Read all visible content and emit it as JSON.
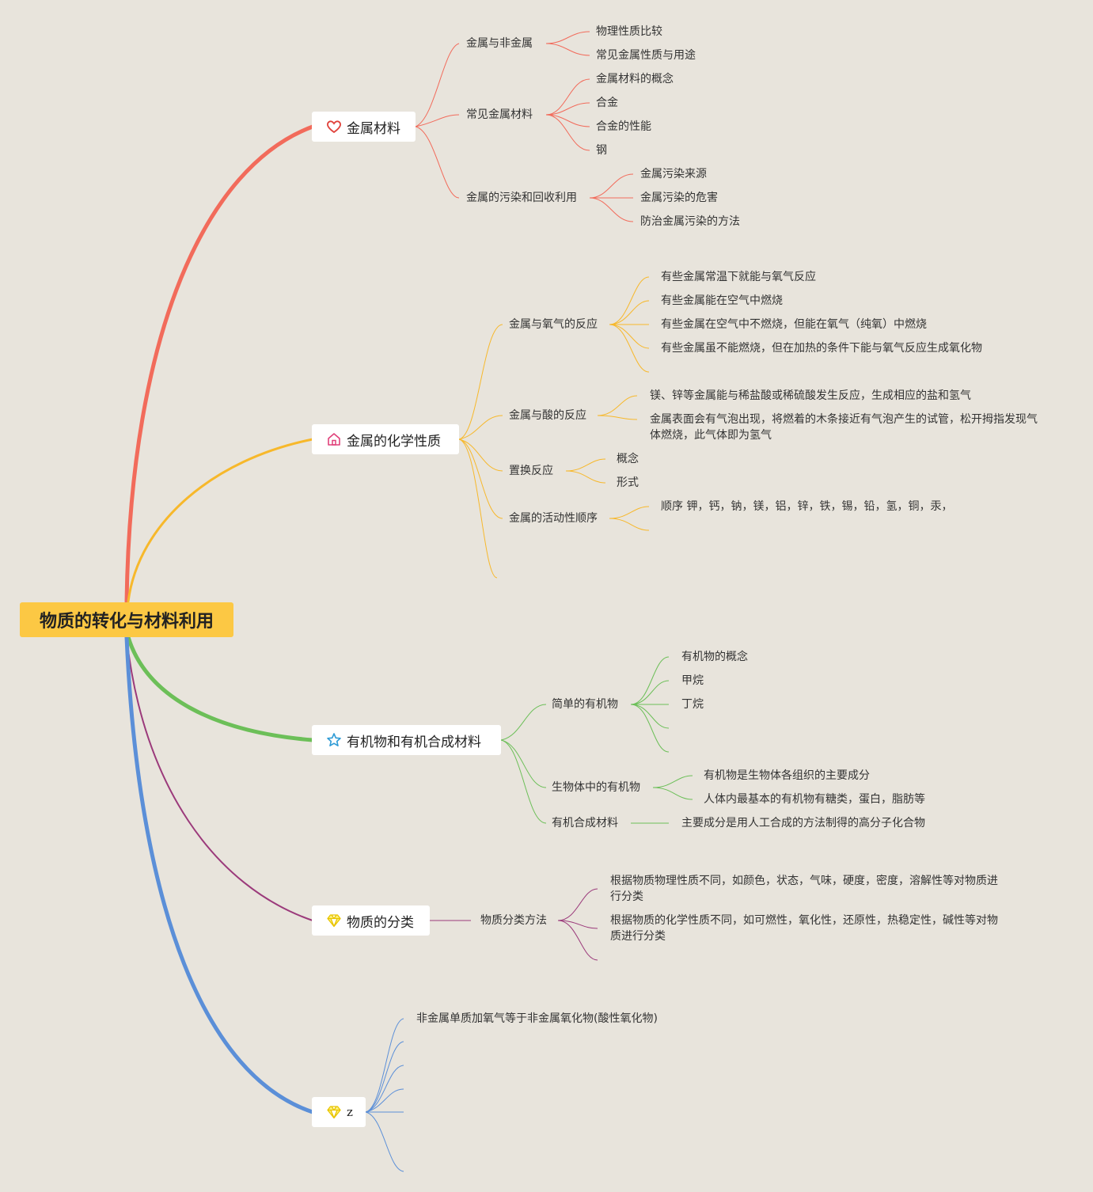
{
  "root": {
    "title": "物质的转化与材料利用"
  },
  "colors": {
    "metal": "#f26b5b",
    "chem": "#f7b82b",
    "organic": "#6cbf58",
    "classify": "#9b3a7b",
    "z": "#5b8fd8",
    "root_bg": "#fcc844",
    "background": "#e8e4dc"
  },
  "branches": {
    "metal_materials": {
      "title": "金属材料",
      "icon": "heart-icon",
      "metal_vs_nonmetal": {
        "label": "金属与非金属",
        "items": [
          "物理性质比较",
          "常见金属性质与用途"
        ]
      },
      "common_metal_materials": {
        "label": "常见金属材料",
        "items": [
          "金属材料的概念",
          "合金",
          "合金的性能",
          "钢"
        ]
      },
      "pollution_recycling": {
        "label": "金属的污染和回收利用",
        "items": [
          "金属污染来源",
          "金属污染的危害",
          "防治金属污染的方法"
        ]
      }
    },
    "chemical_properties": {
      "title": "金属的化学性质",
      "icon": "home-icon",
      "oxygen_reaction": {
        "label": "金属与氧气的反应",
        "items": [
          "有些金属常温下就能与氧气反应",
          "有些金属能在空气中燃烧",
          "有些金属在空气中不燃烧，但能在氧气（纯氧）中燃烧",
          "有些金属虽不能燃烧，但在加热的条件下能与氧气反应生成氧化物"
        ]
      },
      "acid_reaction": {
        "label": "金属与酸的反应",
        "items": [
          "镁、锌等金属能与稀盐酸或稀硫酸发生反应，生成相应的盐和氢气",
          "金属表面会有气泡出现，将燃着的木条接近有气泡产生的试管，松开拇指发现气体燃烧，此气体即为氢气"
        ]
      },
      "displacement": {
        "label": "置换反应",
        "items": [
          "概念",
          "形式"
        ]
      },
      "activity_series": {
        "label": "金属的活动性顺序",
        "items": [
          "顺序 钾，钙，钠，镁，铝，锌，铁，锡，铅，氢，铜，汞，"
        ]
      }
    },
    "organic": {
      "title": "有机物和有机合成材料",
      "icon": "star-icon",
      "simple_organic": {
        "label": "简单的有机物",
        "items": [
          "有机物的概念",
          "甲烷",
          "丁烷"
        ]
      },
      "in_organisms": {
        "label": "生物体中的有机物",
        "items": [
          "有机物是生物体各组织的主要成分",
          "人体内最基本的有机物有糖类，蛋白，脂肪等"
        ]
      },
      "synthetic": {
        "label": "有机合成材料",
        "items": [
          "主要成分是用人工合成的方法制得的高分子化合物"
        ]
      }
    },
    "classification": {
      "title": "物质的分类",
      "icon": "gem-icon",
      "methods": {
        "label": "物质分类方法",
        "items": [
          "根据物质物理性质不同，如颜色，状态，气味，硬度，密度，溶解性等对物质进行分类",
          "根据物质的化学性质不同，如可燃性，氧化性，还原性，热稳定性，碱性等对物质进行分类"
        ]
      }
    },
    "z": {
      "title": "z",
      "icon": "gem-icon",
      "items": [
        "非金属单质加氧气等于非金属氧化物(酸性氧化物)"
      ]
    }
  }
}
